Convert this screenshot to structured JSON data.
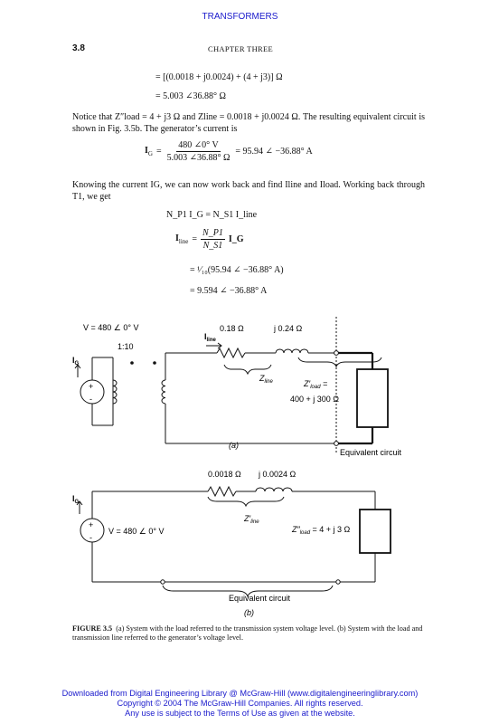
{
  "header": {
    "running_title": "TRANSFORMERS",
    "page_number": "3.8",
    "chapter": "CHAPTER THREE"
  },
  "equations": {
    "eq1": "= [(0.0018 + j0.0024) + (4 + j3)] Ω",
    "eq2": "= 5.003 ∠36.88° Ω",
    "ig_lhs": "I",
    "ig_sub": "G",
    "ig_eq": "=",
    "ig_num": "480 ∠0° V",
    "ig_den": "5.003 ∠36.88° Ω",
    "ig_rhs": "= 95.94 ∠ −36.88° A",
    "balance": "N_P1 I_G = N_S1 I_line",
    "iline_lhs": "I",
    "iline_sub": "line",
    "iline_eq": "=",
    "iline_num": "N_P1",
    "iline_den": "N_S1",
    "iline_rhs": "I_G",
    "eq5": "= ¹⁄₁₀(95.94 ∠ −36.88° A)",
    "eq6": "= 9.594 ∠ −36.88° A"
  },
  "paragraphs": {
    "p1": "Notice that Z″load = 4 + j3 Ω and Zline = 0.0018 + j0.0024 Ω. The resulting equivalent circuit is shown in Fig. 3.5b. The generator’s current is",
    "p2": "Knowing the current IG, we can now work back and find Iline and Iload. Working back through T1, we get"
  },
  "figure_a": {
    "source_voltage": "V = 480 ∠ 0° V",
    "turns_ratio": "1:10",
    "gen_current": "I",
    "gen_current_sub": "G",
    "line_current": "I",
    "line_current_sub": "line",
    "resistance": "0.18 Ω",
    "reactance": "j 0.24 Ω",
    "zline": "Z",
    "zline_sub": "line",
    "zload": "Z′",
    "zload_sub": "load",
    "zload_suffix": " =",
    "zload_value": "400 + j 300 Ω",
    "plus": "+",
    "minus": "-",
    "label": "(a)",
    "equiv_label": "Equivalent circuit"
  },
  "figure_b": {
    "resistance": "0.0018 Ω",
    "reactance": "j 0.0024 Ω",
    "gen_current": "I",
    "gen_current_sub": "G",
    "source_voltage": "V = 480 ∠ 0° V",
    "zline": "Z′",
    "zline_sub": "line",
    "zload": "Z″",
    "zload_sub": "load",
    "zload_value": " = 4 + j 3 Ω",
    "plus": "+",
    "minus": "-",
    "equiv_label": "Equivalent circuit",
    "label": "(b)"
  },
  "caption": {
    "label": "FIGURE 3.5",
    "text": "(a) System with the load referred to the transmission system voltage level. (b) System with the load and transmission line referred to the generator’s voltage level."
  },
  "footer": {
    "line1": "Downloaded from Digital Engineering Library @ McGraw-Hill (www.digitalengineeringlibrary.com)",
    "line2": "Copyright © 2004 The McGraw-Hill Companies. All rights reserved.",
    "line3": "Any use is subject to the Terms of Use as given at the website."
  }
}
